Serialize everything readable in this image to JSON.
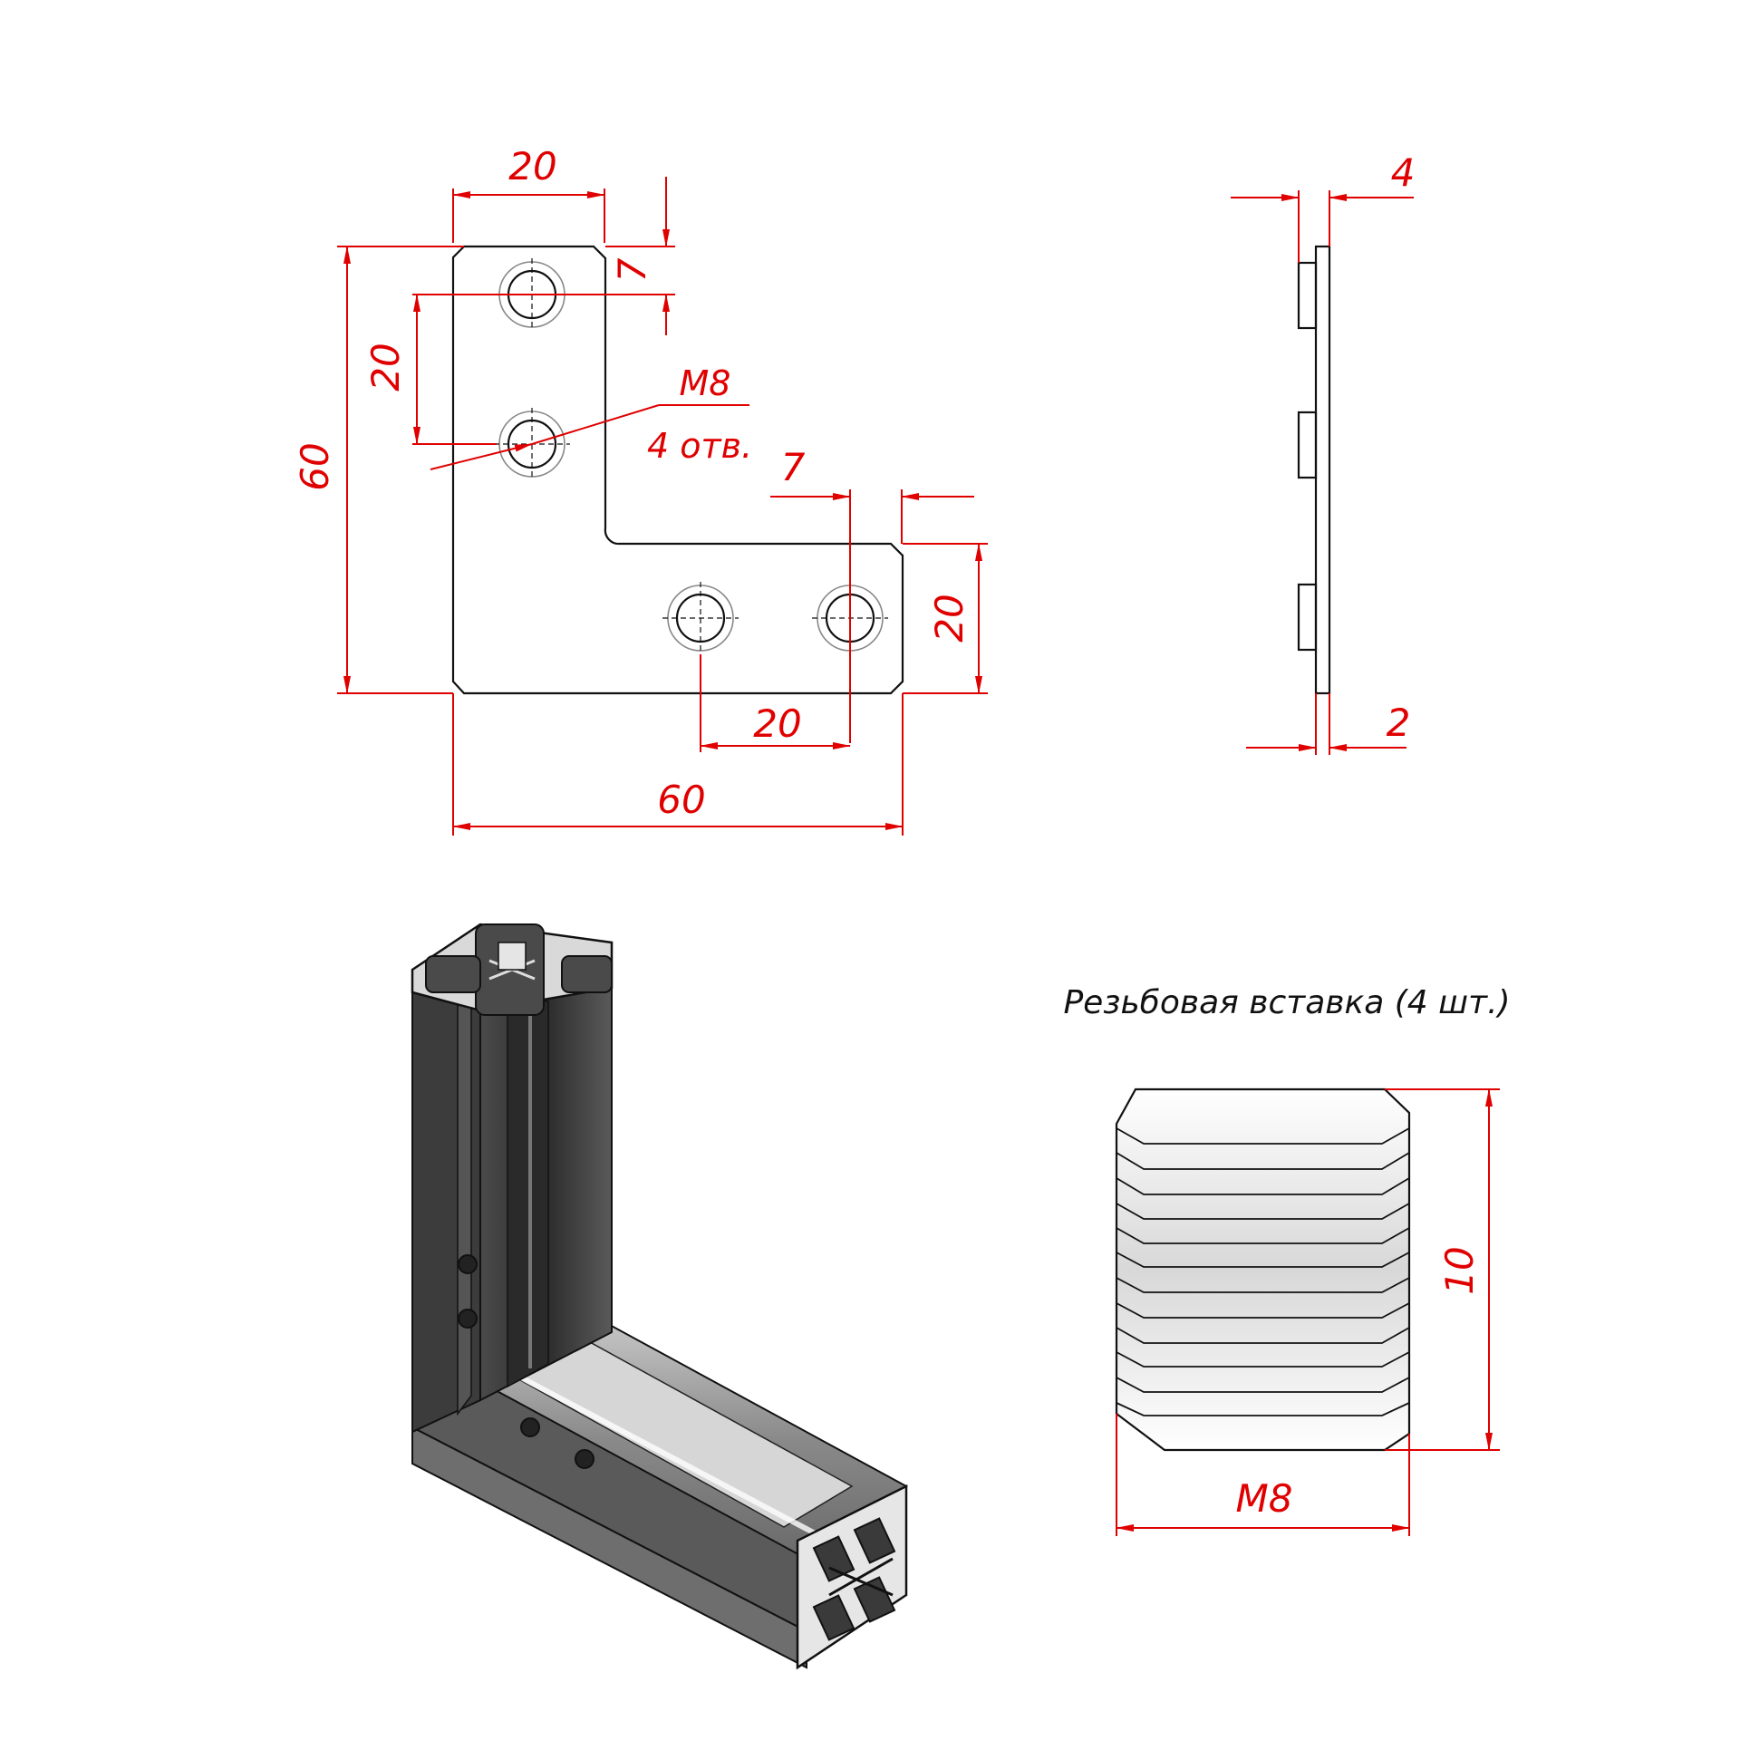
{
  "plate_view": {
    "dims": {
      "hole_spacing_top": "20",
      "edge_offset_top": "7",
      "hole_spacing_vertical": "20",
      "overall_height": "60",
      "thread_label": "M8",
      "holes_count_label": "4 отв.",
      "edge_offset_right": "7",
      "leg_width": "20",
      "hole_spacing_bottom": "20",
      "overall_width": "60"
    }
  },
  "side_view": {
    "dims": {
      "thickness_total": "4",
      "plate_thickness": "2"
    }
  },
  "insert_view": {
    "title": "Резьбовая вставка (4 шт.)",
    "dims": {
      "length": "10",
      "thread": "M8"
    }
  },
  "colors": {
    "dimension": "#e00000",
    "outline": "#111111",
    "profile_dark": "#3a3a3a",
    "profile_light": "#9a9a9a"
  }
}
